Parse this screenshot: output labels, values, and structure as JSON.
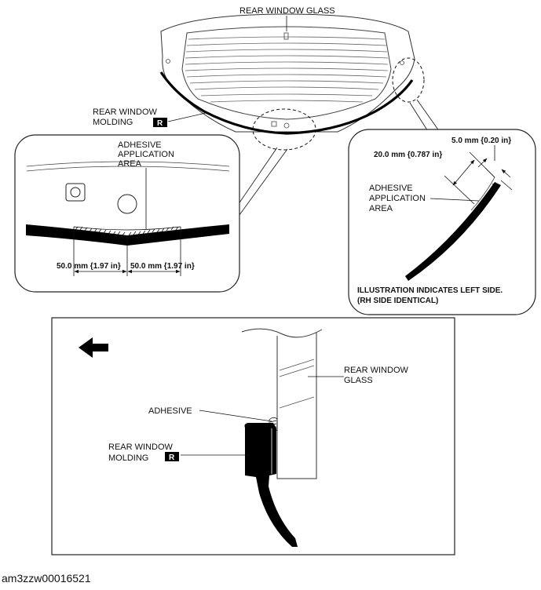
{
  "top_view": {
    "glass_label": "REAR WINDOW GLASS",
    "molding_label_line1": "REAR WINDOW",
    "molding_label_line2": "MOLDING",
    "badge": "R"
  },
  "detail_center": {
    "adhesive_line1": "ADHESIVE",
    "adhesive_line2": "APPLICATION",
    "adhesive_line3": "AREA",
    "dim_left": "50.0 mm {1.97 in}",
    "dim_right": "50.0 mm {1.97 in}"
  },
  "detail_side": {
    "dim_outer": "5.0 mm {0.20 in}",
    "dim_inner": "20.0 mm {0.787 in}",
    "adhesive_line1": "ADHESIVE",
    "adhesive_line2": "APPLICATION",
    "adhesive_line3": "AREA",
    "note_line1": "ILLUSTRATION INDICATES LEFT SIDE.",
    "note_line2": "(RH SIDE IDENTICAL)"
  },
  "cross_section": {
    "glass_line1": "REAR WINDOW",
    "glass_line2": "GLASS",
    "adhesive": "ADHESIVE",
    "molding_line1": "REAR WINDOW",
    "molding_line2": "MOLDING",
    "badge": "R"
  },
  "caption": "am3zzw00016521"
}
